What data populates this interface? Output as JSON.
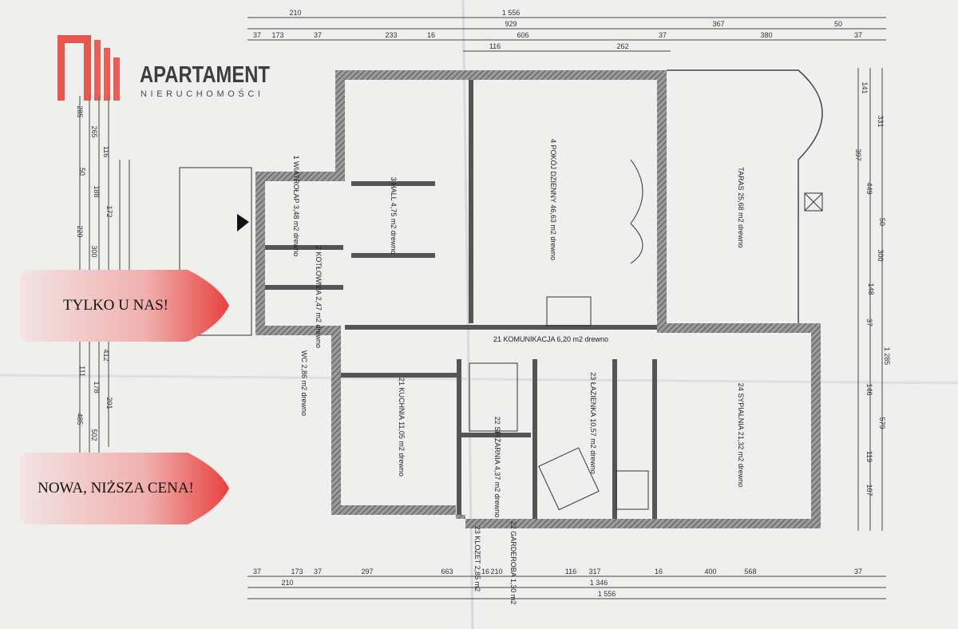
{
  "logo": {
    "title": "APARTAMENT",
    "subtitle": "NIERUCHOMOŚCI",
    "color": "#e8453c"
  },
  "badges": [
    {
      "label": "TYLKO U NAS!"
    },
    {
      "label": "NOWA, NIŻSZA CENA!"
    }
  ],
  "dimensions": {
    "top_row1": [
      "210",
      "1 556"
    ],
    "top_row2": [
      "929",
      "367",
      "50"
    ],
    "top_row3": [
      "37",
      "173",
      "37",
      "233",
      "16",
      "606",
      "37",
      "380",
      "37"
    ],
    "top_row4": [
      "116",
      "262"
    ],
    "bottom_row1": [
      "37",
      "173",
      "37",
      "297",
      "663",
      "16",
      "210",
      "116",
      "317",
      "16",
      "400",
      "568",
      "37"
    ],
    "bottom_row2": [
      "210",
      "1 346",
      "1 556"
    ],
    "right": [
      "141",
      "331",
      "397",
      "449",
      "50",
      "300",
      "148",
      "37",
      "1 285",
      "146",
      "579",
      "119",
      "107"
    ],
    "left": [
      "285",
      "265",
      "116",
      "50",
      "188",
      "172",
      "220",
      "300",
      "412",
      "111",
      "178",
      "201",
      "485",
      "502"
    ]
  },
  "rooms": [
    {
      "no": "1",
      "name": "WIATROŁAP",
      "area": "3,48 m2",
      "floor": "drewno"
    },
    {
      "no": "2",
      "name": "KOTŁOWNIA",
      "area": "2,47 m2",
      "floor": "drewno"
    },
    {
      "no": "3",
      "name": "HALL",
      "area": "4,75 m2",
      "floor": "drewno"
    },
    {
      "no": "4",
      "name": "POKÓJ DZIENNY",
      "area": "46,63 m2",
      "floor": "drewno"
    },
    {
      "no": "",
      "name": "TARAS",
      "area": "25,68 m2",
      "floor": "drewno"
    },
    {
      "no": "21",
      "name": "KOMUNIKACJA",
      "area": "6,20 m2",
      "floor": "drewno"
    },
    {
      "no": "",
      "name": "WC",
      "area": "2,86 m2",
      "floor": "drewno"
    },
    {
      "no": "21",
      "name": "KUCHNIA",
      "area": "11,05 m2",
      "floor": "drewno"
    },
    {
      "no": "22",
      "name": "SPIŻARNIA",
      "area": "4,37 m2",
      "floor": "drewno"
    },
    {
      "no": "23",
      "name": "ŁAZIENKA",
      "area": "10,57 m2",
      "floor": "drewno"
    },
    {
      "no": "24",
      "name": "SYPIALNIA",
      "area": "21,32 m2",
      "floor": "drewno"
    },
    {
      "no": "22",
      "name": "GARDEROBA",
      "area": "1,30 m2",
      "floor": ""
    },
    {
      "no": "23",
      "name": "KLOZET",
      "area": "2,85 m2",
      "floor": ""
    }
  ]
}
